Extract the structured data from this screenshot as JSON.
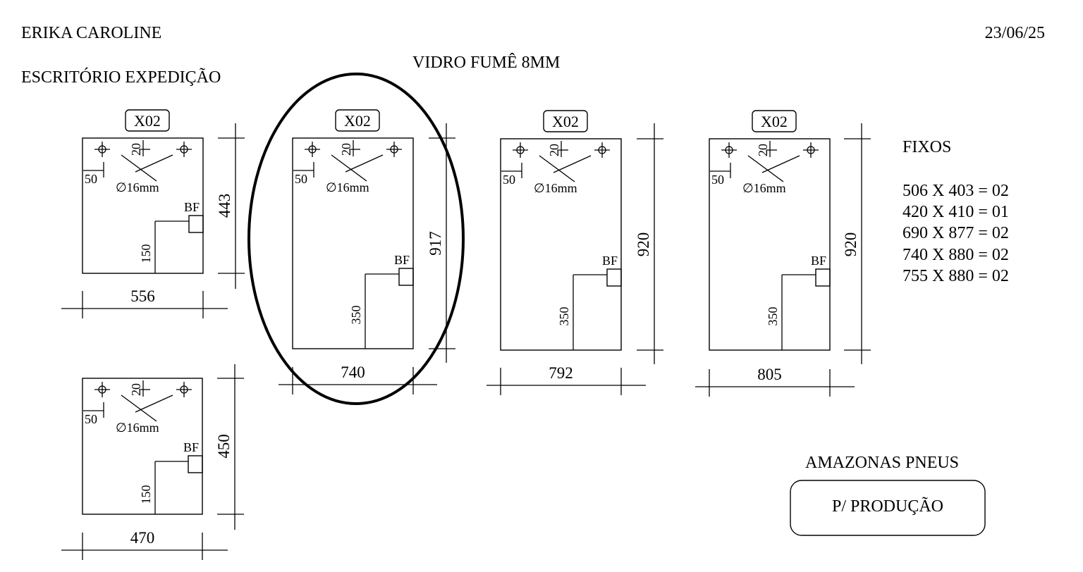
{
  "header": {
    "client": "ERIKA CAROLINE",
    "location": "ESCRITÓRIO EXPEDIÇÃO",
    "date": "23/06/25",
    "material": "VIDRO FUMÊ 8MM"
  },
  "panels": [
    {
      "qty": "X02",
      "width": "556",
      "height": "443",
      "top_offset": "20",
      "side_offset": "50",
      "hole": "∅16mm",
      "bf": "BF",
      "bf_height": "150"
    },
    {
      "qty": "X02",
      "width": "740",
      "height": "917",
      "top_offset": "20",
      "side_offset": "50",
      "hole": "∅16mm",
      "bf": "BF",
      "bf_height": "350"
    },
    {
      "qty": "X02",
      "width": "792",
      "height": "920",
      "top_offset": "20",
      "side_offset": "50",
      "hole": "∅16mm",
      "bf": "BF",
      "bf_height": "350"
    },
    {
      "qty": "X02",
      "width": "805",
      "height": "920",
      "top_offset": "20",
      "side_offset": "50",
      "hole": "∅16mm",
      "bf": "BF",
      "bf_height": "350"
    },
    {
      "qty": "",
      "width": "470",
      "height": "450",
      "top_offset": "20",
      "side_offset": "50",
      "hole": "∅16mm",
      "bf": "BF",
      "bf_height": "150"
    }
  ],
  "fixed": {
    "title": "FIXOS",
    "items": [
      "506 X 403 = 02",
      "420 X 410 = 01",
      "690 X 877 = 02",
      "740 X 880 = 02",
      "755 X 880 = 02"
    ]
  },
  "footer": {
    "company": "AMAZONAS PNEUS",
    "stamp": "P/ PRODUÇÃO"
  }
}
